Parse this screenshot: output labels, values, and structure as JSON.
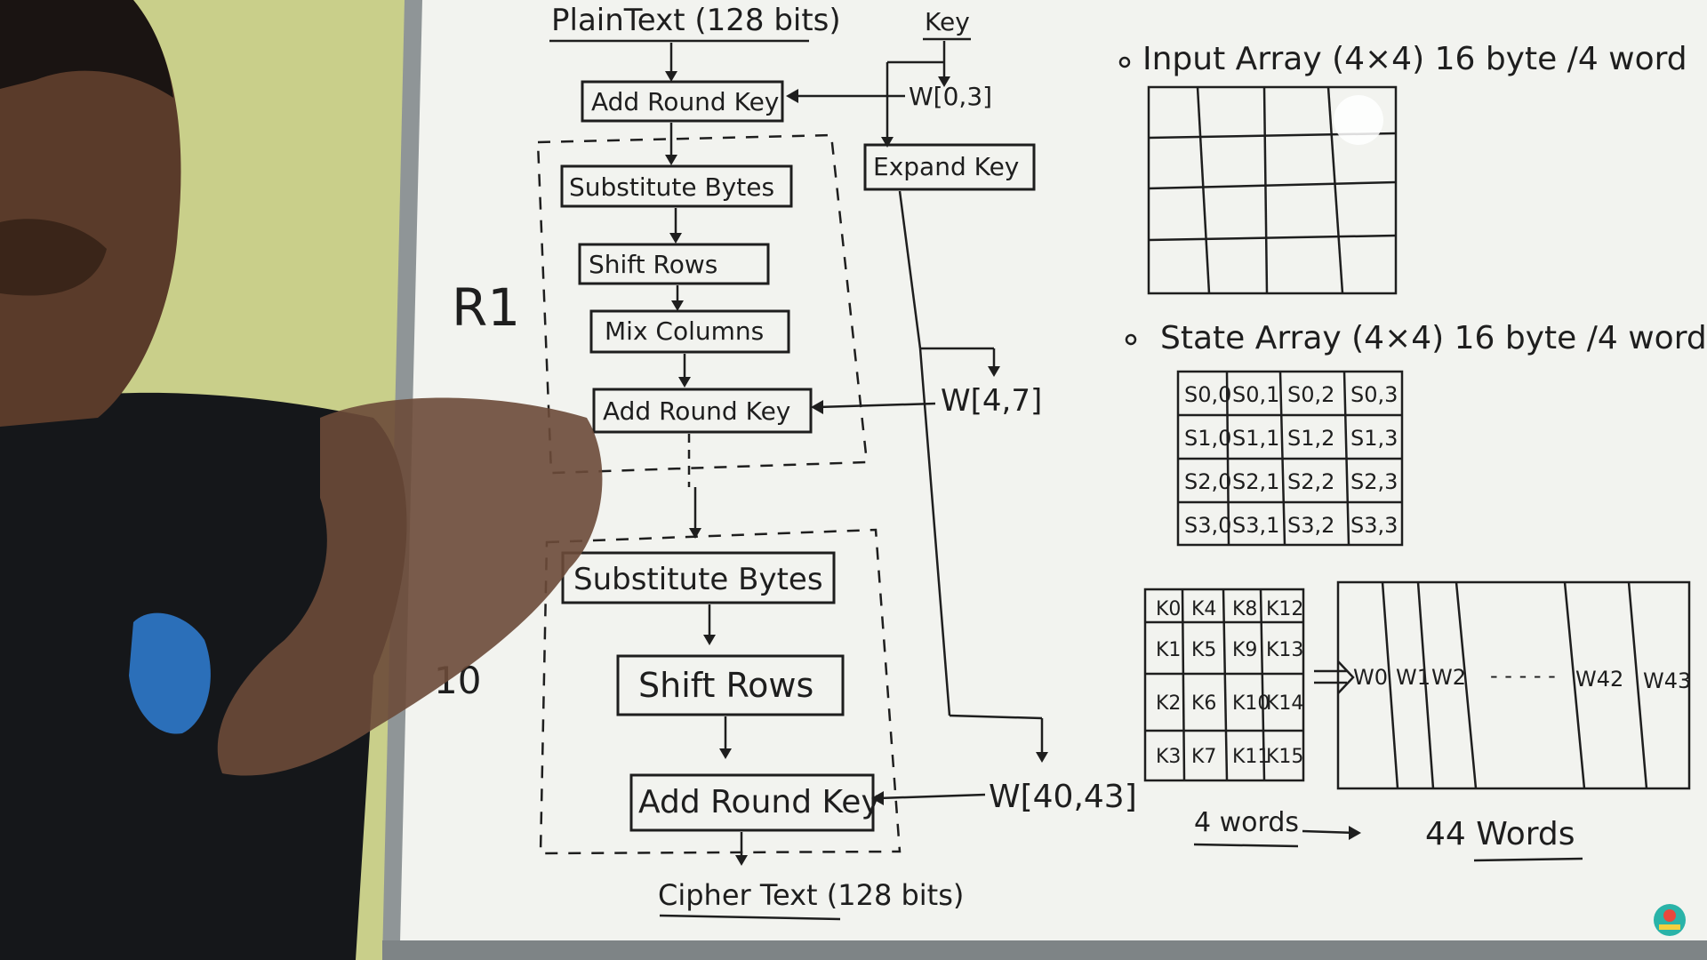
{
  "left_flow": {
    "plaintext": "PlainText (128 bits)",
    "add_round_key_1": "Add Round Key",
    "substitute_bytes_1": "Substitute Bytes",
    "shift_rows_1": "Shift Rows",
    "mix_columns": "Mix Columns",
    "add_round_key_2": "Add Round Key",
    "round_label_1": "R1",
    "substitute_bytes_2": "Substitute Bytes",
    "shift_rows_2": "Shift Rows",
    "add_round_key_3": "Add Round Key",
    "round_label_10": "10",
    "ciphertext": "Cipher Text (128 bits)"
  },
  "key_flow": {
    "key_label": "Key",
    "w0_3": "W[0,3]",
    "expand_key": "Expand Key",
    "w4_7": "W[4,7]",
    "w40_43": "W[40,43]"
  },
  "right_notes": {
    "input_array": "Input Array (4×4) 16 byte /4 word",
    "state_array": "State Array (4×4) 16 byte /4 word",
    "state_cells": [
      [
        "S0,0",
        "S0,1",
        "S0,2",
        "S0,3"
      ],
      [
        "S1,0",
        "S1,1",
        "S1,2",
        "S1,3"
      ],
      [
        "S2,0",
        "S2,1",
        "S2,2",
        "S2,3"
      ],
      [
        "S3,0",
        "S3,1",
        "S3,2",
        "S3,3"
      ]
    ],
    "key_cells": [
      [
        "K0",
        "K4",
        "K8",
        "K12"
      ],
      [
        "K1",
        "K5",
        "K9",
        "K13"
      ],
      [
        "K2",
        "K6",
        "K10",
        "K14"
      ],
      [
        "K3",
        "K7",
        "K11",
        "K15"
      ]
    ],
    "words": [
      "W0",
      "W1",
      "W2",
      "- - - - -",
      "W42",
      "W43"
    ],
    "four_words": "4 words",
    "forty_four_words": "44 Words"
  },
  "colors": {
    "board": "#f2f3ef",
    "wall": "#c9cf8a",
    "frame": "#9aa0a2",
    "ink": "#1e1e1e",
    "shirt": "#15171a"
  }
}
